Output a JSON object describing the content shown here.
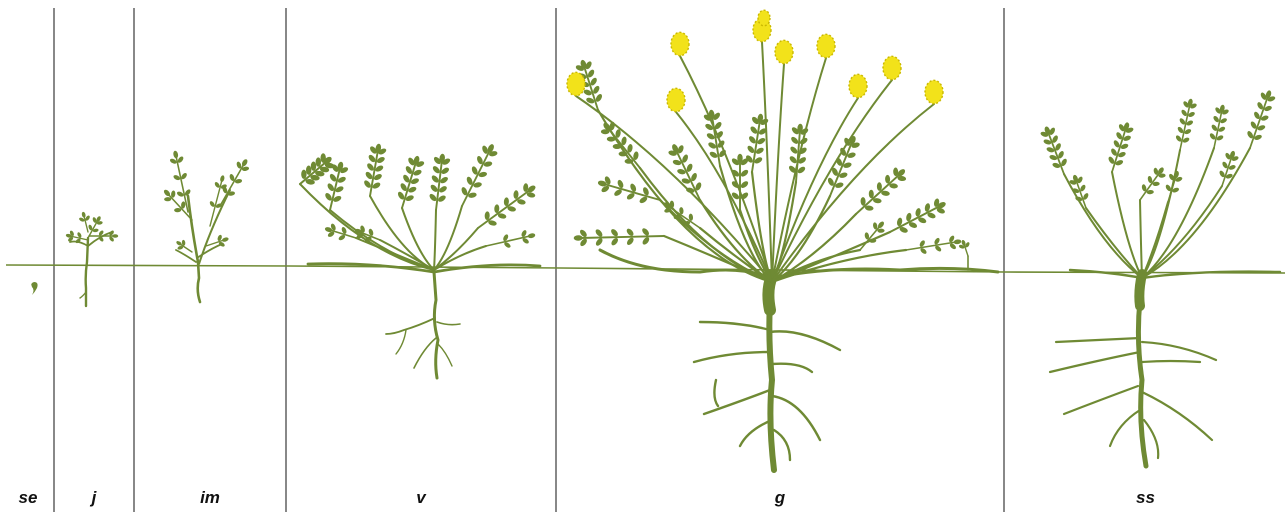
{
  "diagram": {
    "stages": [
      {
        "id": "se",
        "label": "se"
      },
      {
        "id": "j",
        "label": "j"
      },
      {
        "id": "im",
        "label": "im"
      },
      {
        "id": "v",
        "label": "v"
      },
      {
        "id": "g",
        "label": "g"
      },
      {
        "id": "ss",
        "label": "ss"
      }
    ],
    "colors": {
      "plant": "#6f8a34",
      "flower": "#f2e21a",
      "flower_dark": "#c9b800",
      "divider": "#111111",
      "ground": "#6f8a34"
    }
  }
}
